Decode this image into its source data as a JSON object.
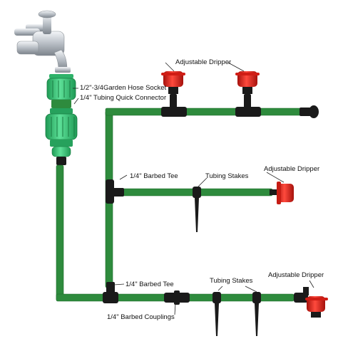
{
  "labels": {
    "hose_socket": "1/2\"-3/4Garden Hose Socket",
    "quick_connector": "1/4\" Tubing Quick Connector",
    "dripper_top": "Adjustable Dripper",
    "dripper_mid": "Adjustable Dripper",
    "dripper_bottom": "Adjustable Dripper",
    "tee_mid": "1/4\" Barbed Tee",
    "tee_bottom": "1/4\" Barbed Tee",
    "stakes_mid": "Tubing Stakes",
    "stakes_bottom": "Tubing Stakes",
    "couplings": "1/4\" Barbed Couplings"
  },
  "colors": {
    "tube": "#2e8b3d",
    "tube_dark": "#1d6a2a",
    "connector": "#3cc87a",
    "dripper": "#e0241b",
    "fitting": "#1a1a1a",
    "faucet": "#c9cdd2"
  }
}
